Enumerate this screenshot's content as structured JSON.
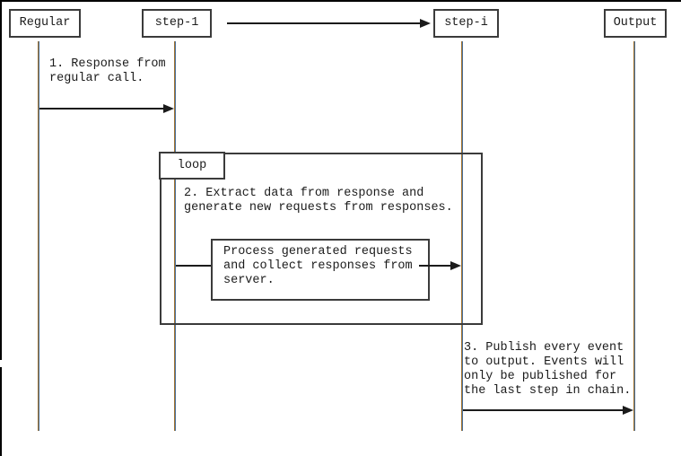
{
  "participants": [
    {
      "id": "regular",
      "label": "Regular"
    },
    {
      "id": "step-1",
      "label": "step-1"
    },
    {
      "id": "step-i",
      "label": "step-i"
    },
    {
      "id": "output",
      "label": "Output"
    }
  ],
  "loop_fragment": {
    "label": "loop"
  },
  "messages": [
    {
      "label": "1. Response from\nregular call.",
      "from": "Regular",
      "to": "step-1"
    },
    {
      "label": "2. Extract data from response and\ngenerate new requests from responses.",
      "from": "step-1",
      "to": "step-1"
    },
    {
      "label": "Process generated requests\nand collect responses from\nserver.",
      "from": "step-1",
      "to": "step-i"
    },
    {
      "label": "3. Publish every event\nto output. Events will\nonly be published for\nthe last step in chain.",
      "from": "step-i",
      "to": "Output"
    }
  ],
  "colors": {
    "text": "#1b1b1b",
    "line": "#1b1b1b",
    "border": "#3b3b3b",
    "lifeline_left": "#a3722e",
    "lifeline_right": "#4a719b"
  }
}
